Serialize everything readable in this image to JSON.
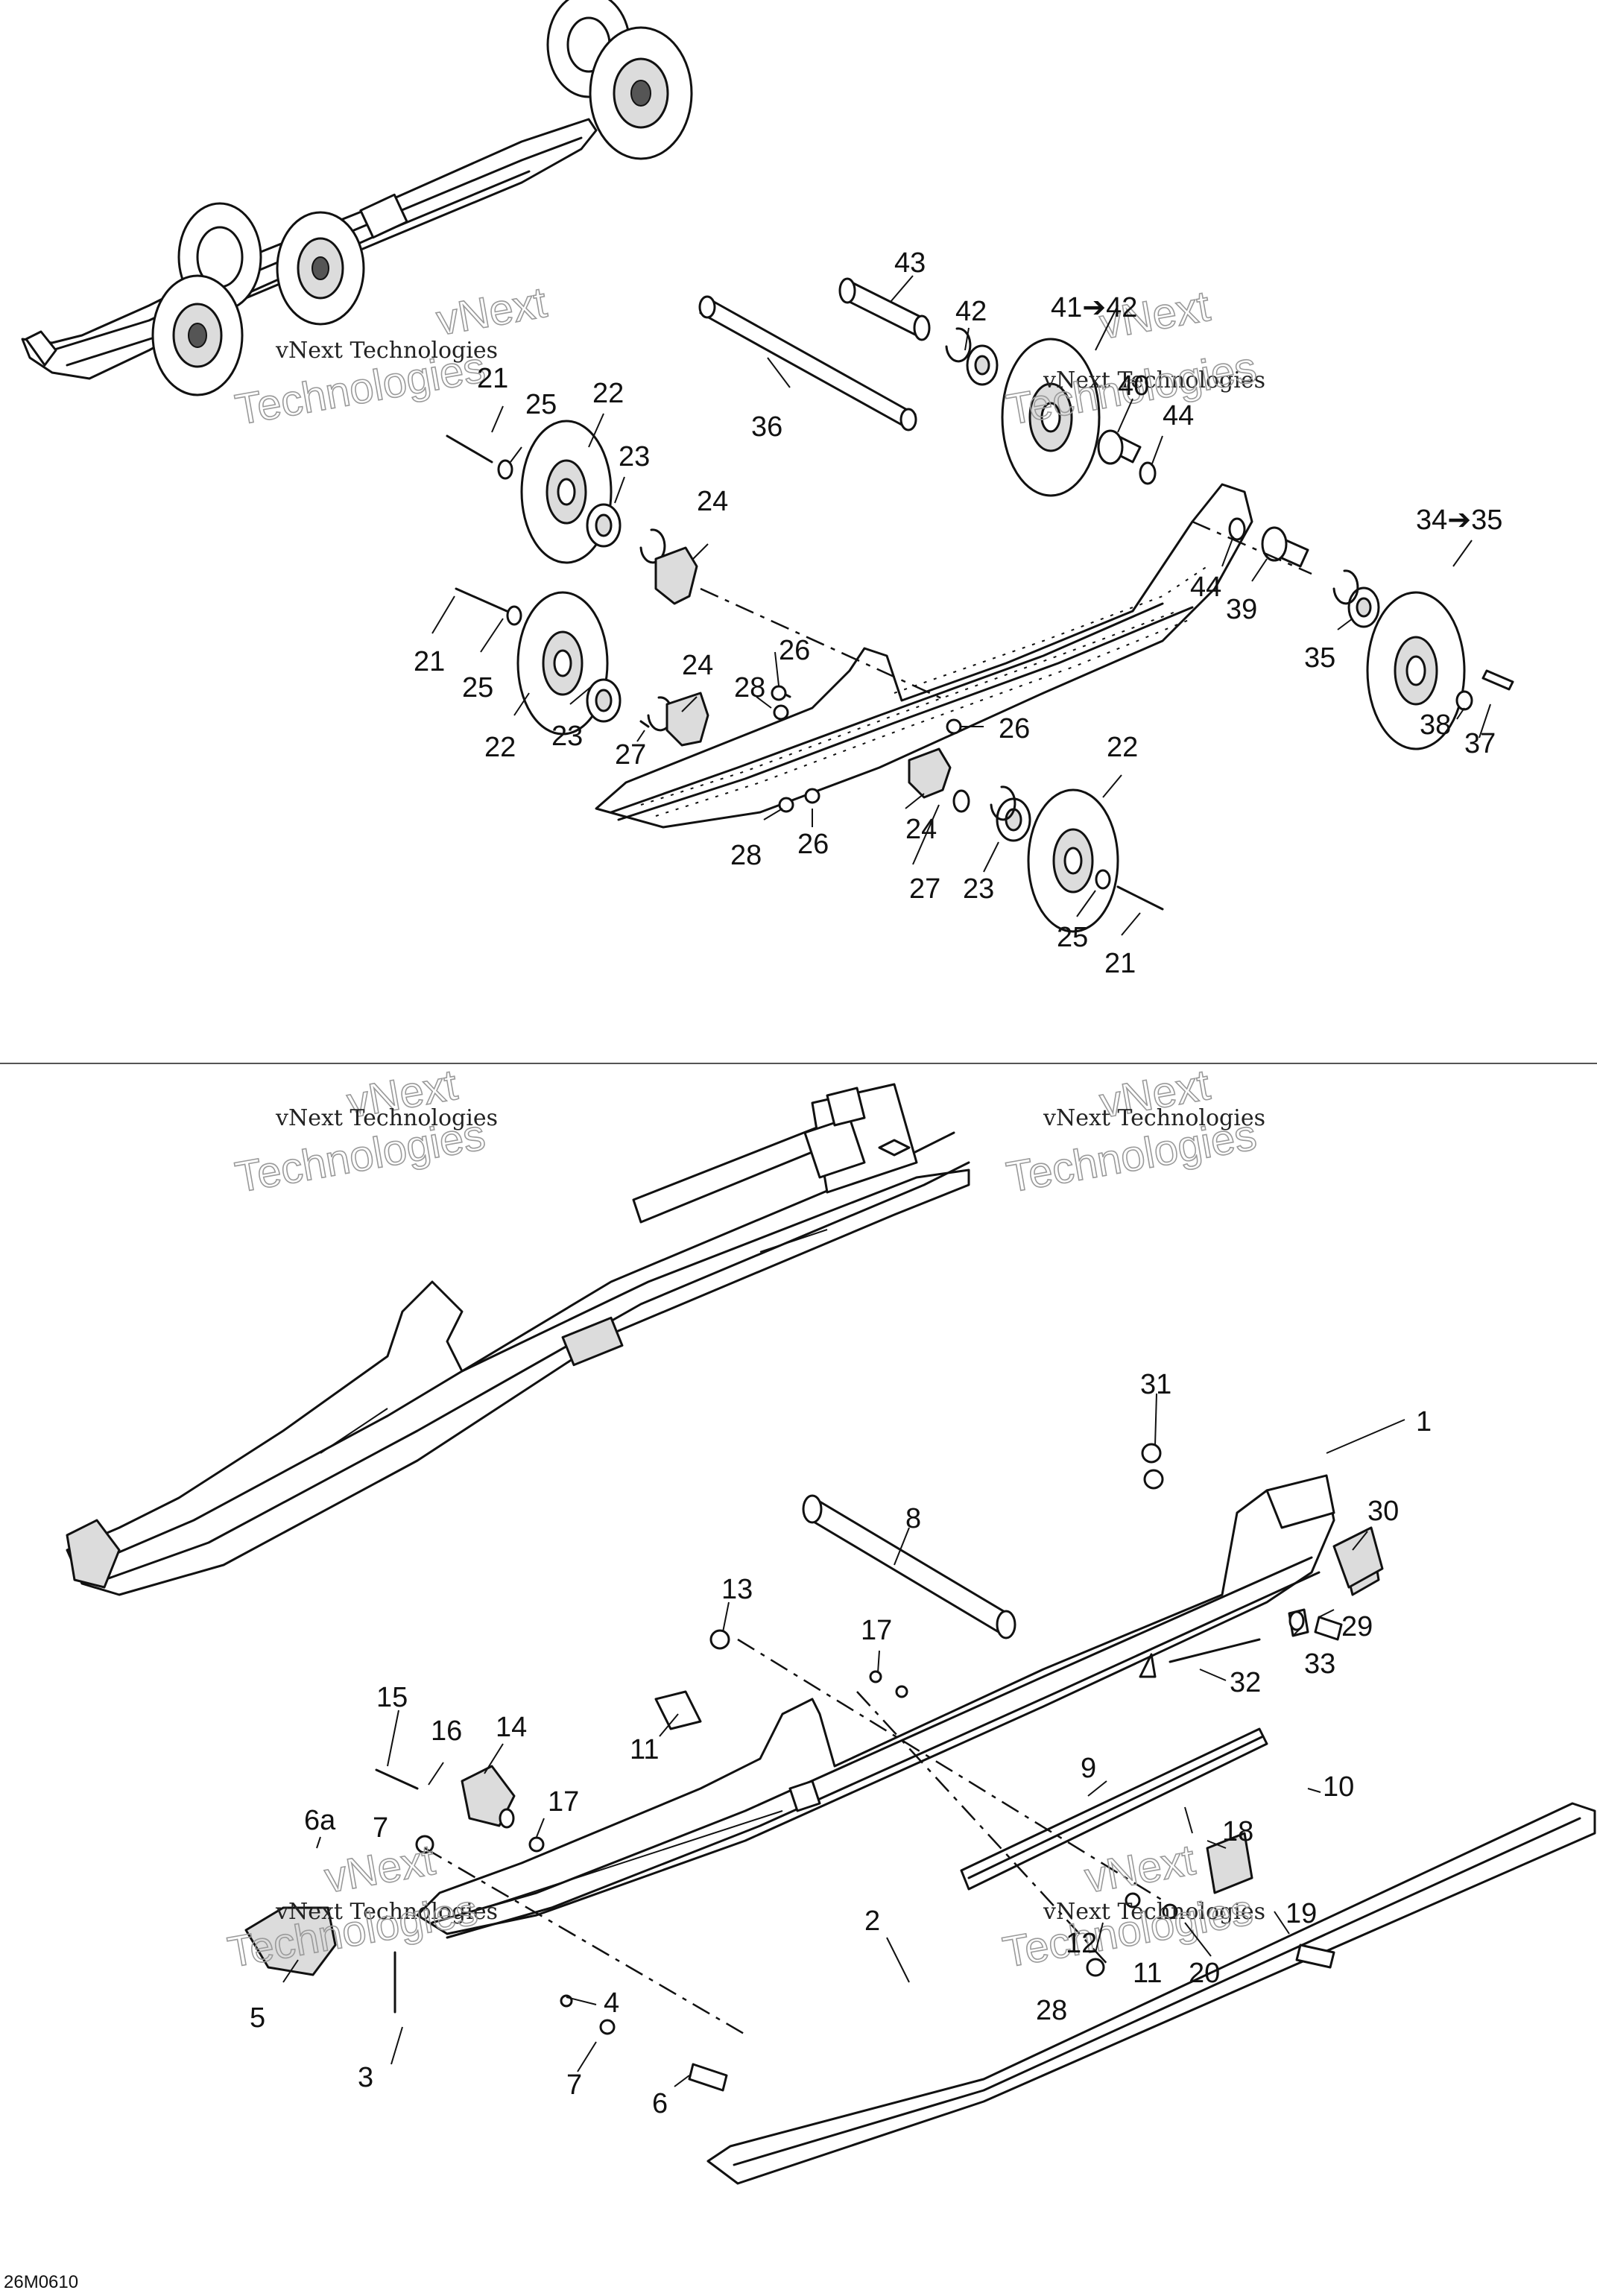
{
  "watermark": {
    "line1": "vNext",
    "line2": "vNext Technologies",
    "line3": "Technologies"
  },
  "drawing_code": "26M0610",
  "callouts": [
    "43",
    "42",
    "41➔42",
    "40",
    "44",
    "44",
    "39",
    "34➔35",
    "35",
    "38",
    "37",
    "36",
    "21",
    "25",
    "22",
    "23",
    "24",
    "21",
    "25",
    "22",
    "23",
    "24",
    "26",
    "28",
    "27",
    "26",
    "28",
    "26",
    "24",
    "27",
    "22",
    "23",
    "25",
    "21",
    "31",
    "1",
    "30",
    "8",
    "29",
    "13",
    "17",
    "33",
    "32",
    "15",
    "16",
    "14",
    "11",
    "9",
    "10",
    "17",
    "6a",
    "7",
    "18",
    "19",
    "12",
    "11",
    "20",
    "28",
    "5",
    "4",
    "3",
    "7",
    "6",
    "2"
  ]
}
